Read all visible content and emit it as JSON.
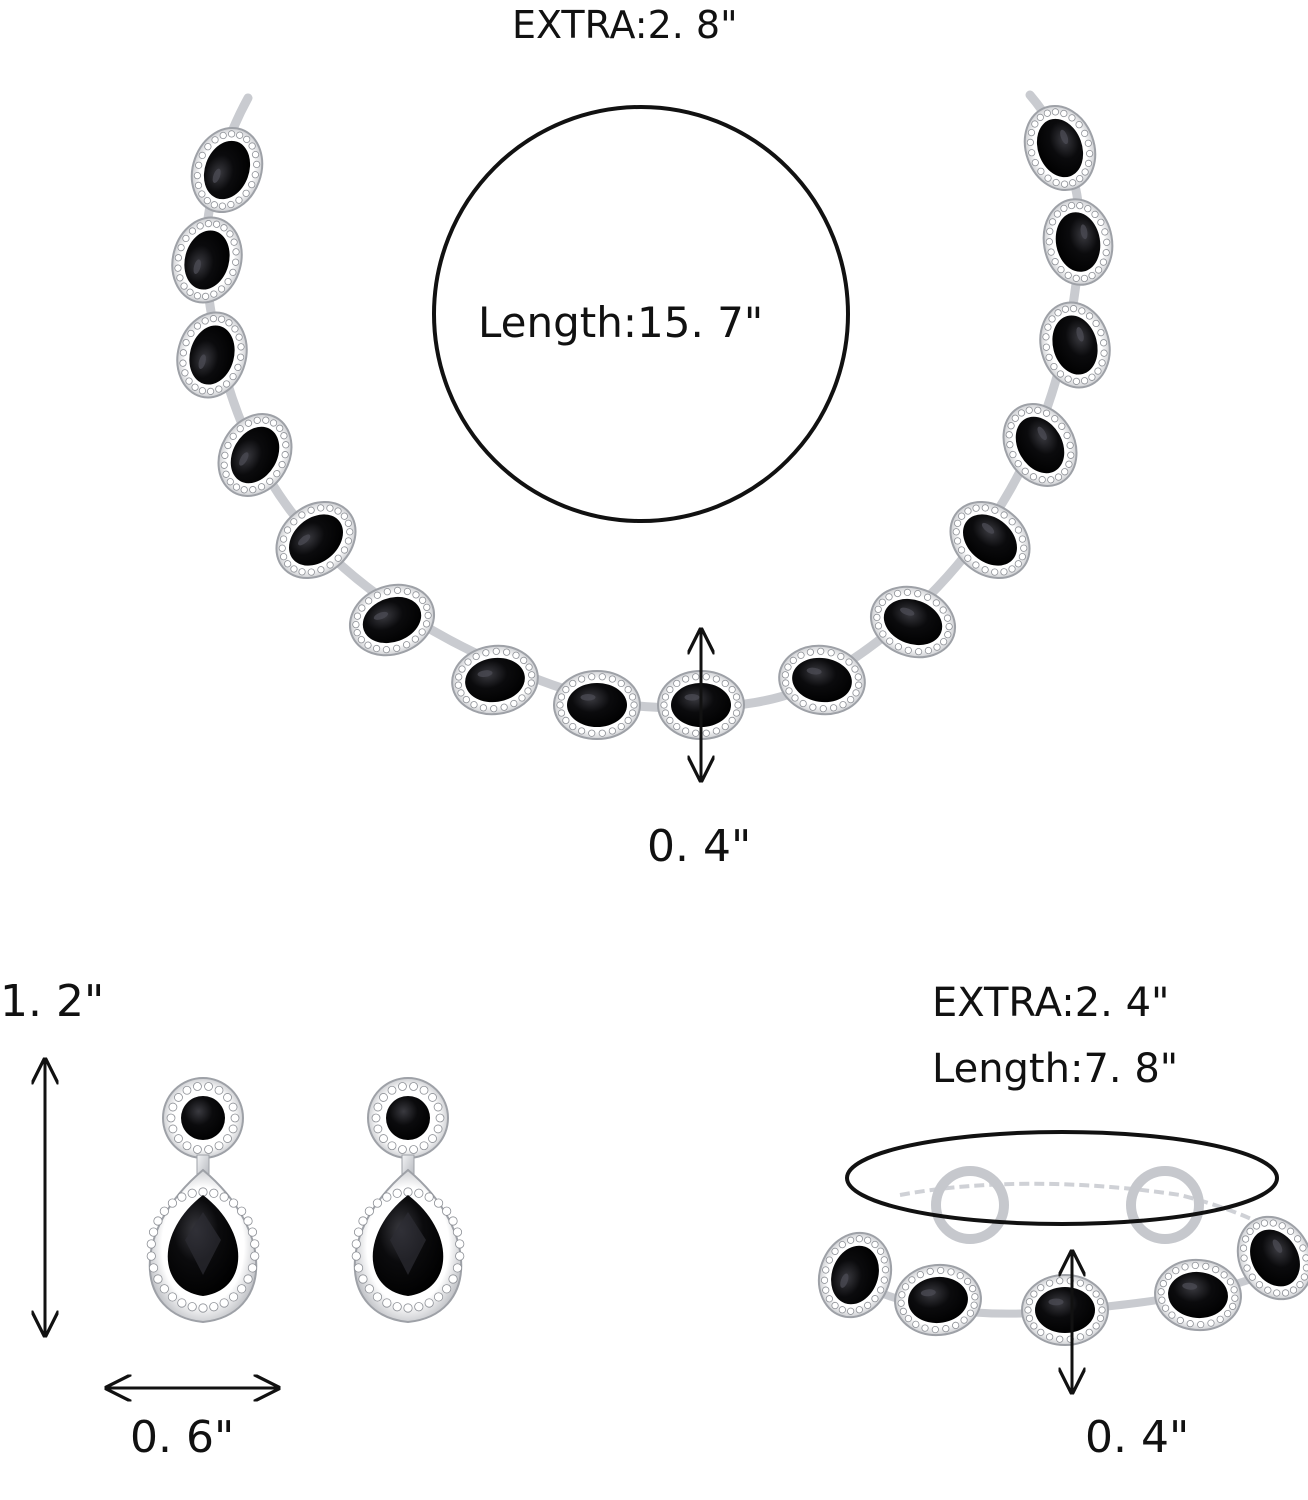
{
  "necklace": {
    "extra_label": "EXTRA:2. 8\"",
    "length_label": "Length:15. 7\"",
    "width_label": "0. 4\""
  },
  "earrings": {
    "height_label": "1. 2\"",
    "width_label": "0. 6\""
  },
  "bracelet": {
    "extra_label": "EXTRA:2. 4\"",
    "length_label": "Length:7. 8\"",
    "width_label": "0. 4\""
  },
  "colors": {
    "metal": "#dcdde0",
    "stone": "#0b0b0d",
    "crystal": "#f4f5f7",
    "ink": "#111111"
  }
}
